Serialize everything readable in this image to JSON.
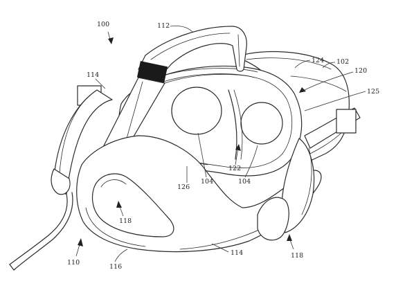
{
  "figure": {
    "labels": {
      "assembly": "100",
      "body": "102",
      "lens_left": "104",
      "lens_right": "104",
      "cable": "110",
      "top_strap": "112",
      "side_strap_upper": "114",
      "side_strap_lower": "114",
      "rear_frame": "116",
      "opening_left": "118",
      "opening_right": "118",
      "housing": "120",
      "divider": "122",
      "rim": "124",
      "side_panel": "125",
      "face_cushion": "126"
    }
  }
}
